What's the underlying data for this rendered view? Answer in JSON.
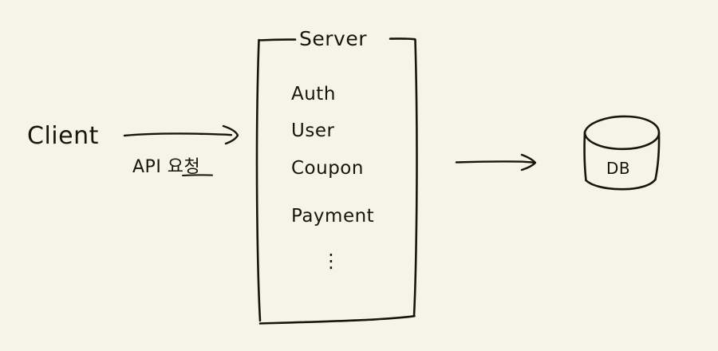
{
  "diagram": {
    "title": "Client-Server-DB architecture sketch",
    "style": "hand-drawn",
    "background_color": "#f6f4e8",
    "ink_color": "#16160f"
  },
  "client": {
    "label": "Client"
  },
  "request_arrow": {
    "label": "API 요청",
    "direction": "client-to-server"
  },
  "server": {
    "title": "Server",
    "items": [
      {
        "label": "Auth"
      },
      {
        "label": "User"
      },
      {
        "label": "Coupon"
      },
      {
        "label": "Payment"
      },
      {
        "label": "⋮"
      }
    ]
  },
  "db_arrow": {
    "label": "",
    "direction": "server-to-db"
  },
  "database": {
    "label": "DB",
    "shape": "cylinder"
  }
}
